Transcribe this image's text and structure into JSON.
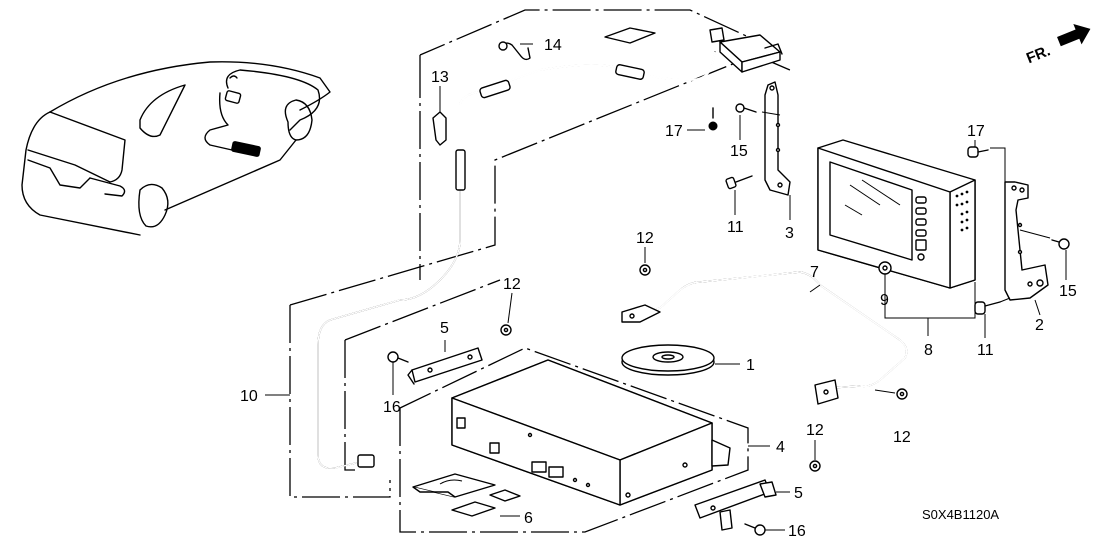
{
  "diagram": {
    "type": "exploded-parts-diagram",
    "subject": "Navigation system components",
    "orientation_label": "FR.",
    "diagram_code": "S0X4B1120A",
    "callouts": [
      {
        "id": "c1",
        "label": "1"
      },
      {
        "id": "c2",
        "label": "2"
      },
      {
        "id": "c3",
        "label": "3"
      },
      {
        "id": "c4",
        "label": "4"
      },
      {
        "id": "c5a",
        "label": "5"
      },
      {
        "id": "c5b",
        "label": "5"
      },
      {
        "id": "c6",
        "label": "6"
      },
      {
        "id": "c7",
        "label": "7"
      },
      {
        "id": "c8",
        "label": "8"
      },
      {
        "id": "c9",
        "label": "9"
      },
      {
        "id": "c10",
        "label": "10"
      },
      {
        "id": "c11a",
        "label": "11"
      },
      {
        "id": "c11b",
        "label": "11"
      },
      {
        "id": "c12a",
        "label": "12"
      },
      {
        "id": "c12b",
        "label": "12"
      },
      {
        "id": "c12c",
        "label": "12"
      },
      {
        "id": "c12d",
        "label": "12"
      },
      {
        "id": "c13",
        "label": "13"
      },
      {
        "id": "c14",
        "label": "14"
      },
      {
        "id": "c15a",
        "label": "15"
      },
      {
        "id": "c15b",
        "label": "15"
      },
      {
        "id": "c16a",
        "label": "16"
      },
      {
        "id": "c16b",
        "label": "16"
      },
      {
        "id": "c17a",
        "label": "17"
      },
      {
        "id": "c17b",
        "label": "17"
      }
    ]
  }
}
